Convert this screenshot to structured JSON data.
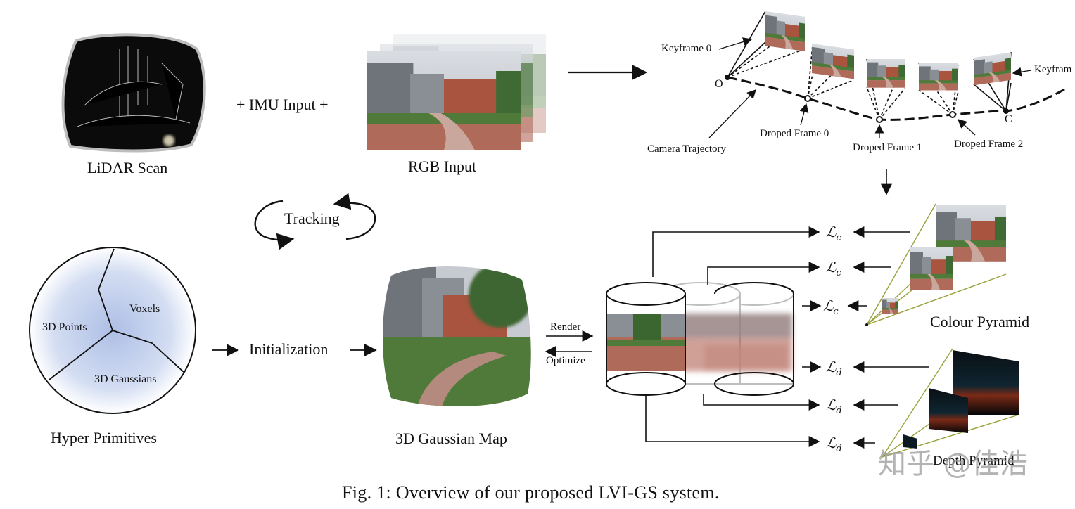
{
  "inputs": {
    "lidar_label": "LiDAR Scan",
    "imu_label": "+ IMU Input +",
    "rgb_label": "RGB Input"
  },
  "tracking_label": "Tracking",
  "trajectory": {
    "keyframe0": "Keyframe 0",
    "keyframe_right": "Keyfram",
    "origin": "O",
    "end": "C",
    "camera_trajectory": "Camera Trajectory",
    "dropped0": "Droped Frame 0",
    "dropped1": "Droped Frame 1",
    "dropped2": "Droped Frame 2"
  },
  "primitives": {
    "title": "Hyper Primitives",
    "points": "3D Points",
    "voxels": "Voxels",
    "gaussians": "3D Gaussians"
  },
  "initialization_label": "Initialization",
  "map_label": "3D Gaussian Map",
  "render_label": "Render",
  "optimize_label": "Optimize",
  "losses": {
    "color": "ℒ",
    "color_sub": "c",
    "depth": "ℒ",
    "depth_sub": "d"
  },
  "colour_pyramid_label": "Colour Pyramid",
  "depth_pyramid_label": "Depth Pyramid",
  "watermark": "知乎 @佳浩",
  "caption": "Fig. 1: Overview of our proposed LVI-GS system.",
  "colors": {
    "ink": "#111111",
    "pyramid_line": "#9aa13a",
    "disk_fill": "#c9d6f0",
    "brick": "#b06a5a",
    "grass": "#4f7a3a",
    "building": "#7c7f86"
  }
}
